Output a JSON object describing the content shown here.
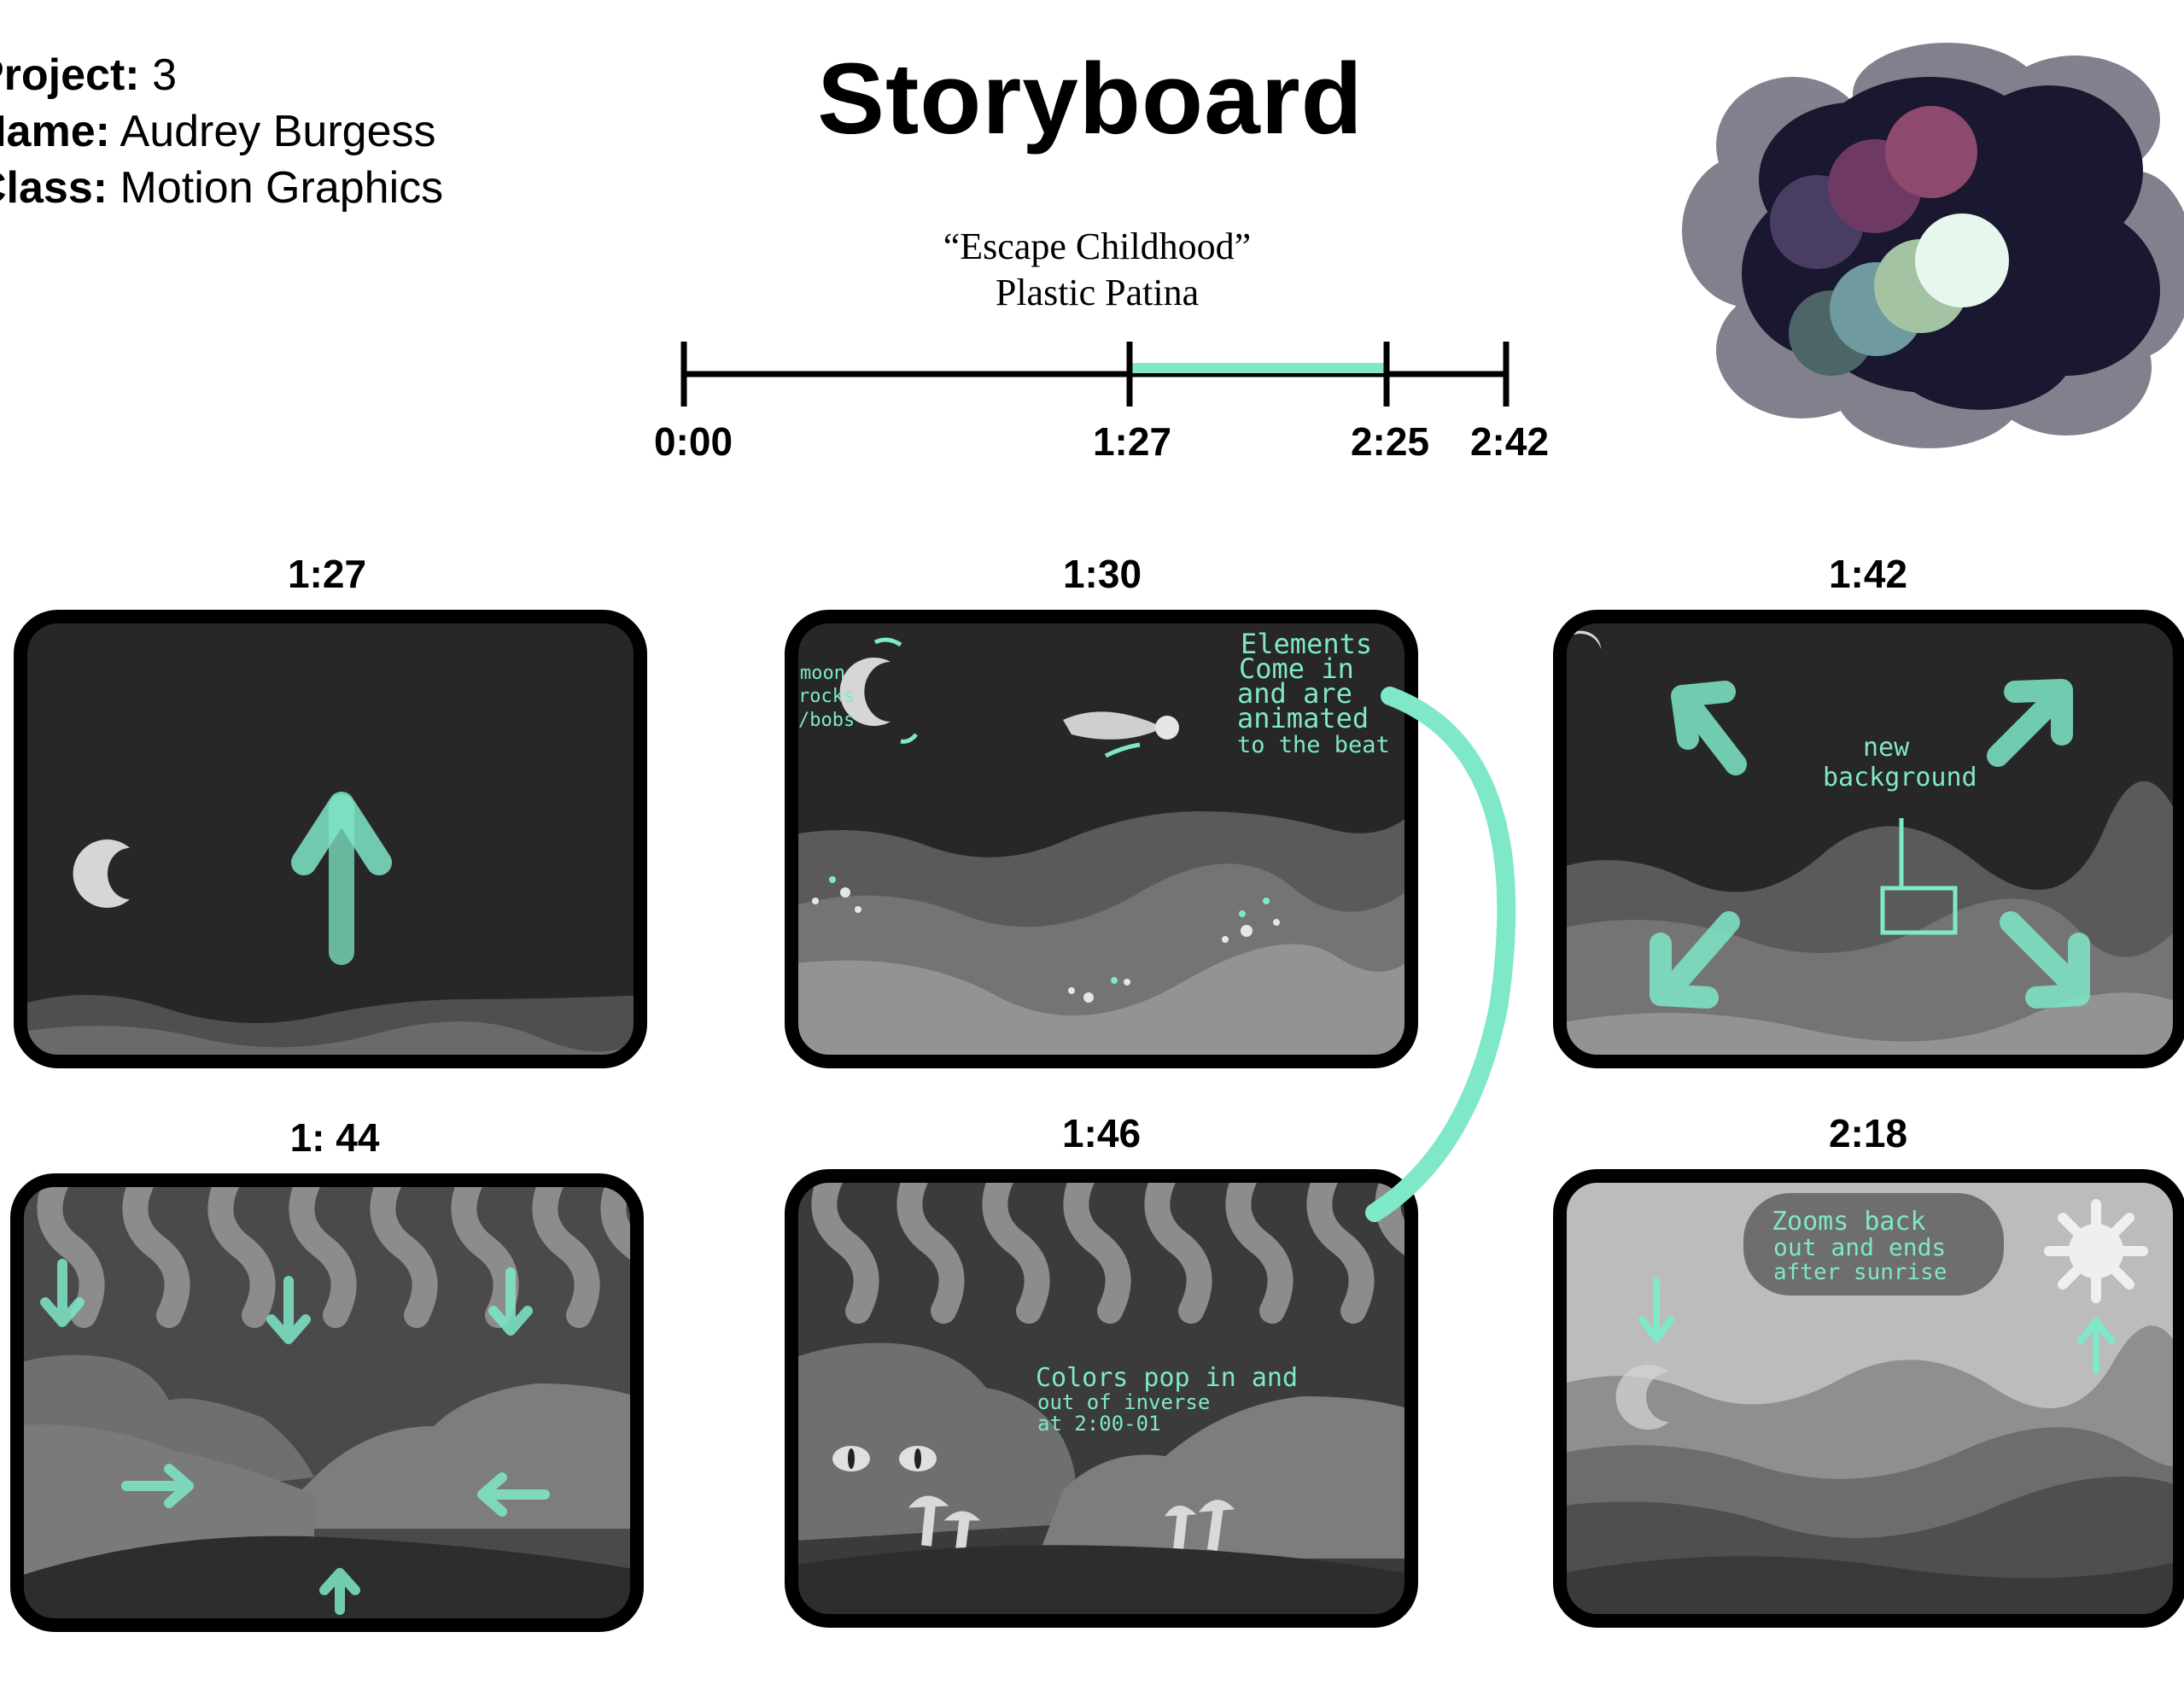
{
  "meta": {
    "project_label": "Project:",
    "project_value": "3",
    "name_label": "Name:",
    "name_value": "Audrey Burgess",
    "class_label": "Class:",
    "class_value": "Motion Graphics"
  },
  "title": "Storyboard",
  "song": {
    "title": "“Escape Childhood”",
    "artist": "Plastic Patina"
  },
  "timeline": {
    "ticks": [
      "0:00",
      "1:27",
      "2:25",
      "2:42"
    ],
    "highlight_start": "1:27",
    "highlight_end": "2:25",
    "highlight_color": "#7fe8c8"
  },
  "palette": [
    "#4a3d64",
    "#6e3a63",
    "#8e4a6e",
    "#4d6567",
    "#6f9aa0",
    "#a3c3a3",
    "#e8f7ee"
  ],
  "frames": [
    {
      "time": "1:27",
      "notes": []
    },
    {
      "time": "1:30",
      "notes": [
        "moon",
        "rocks",
        "/bobs",
        "Elements",
        "Come in",
        "and are",
        "animated",
        "to the beat"
      ]
    },
    {
      "time": "1:42",
      "notes": [
        "new",
        "background"
      ]
    },
    {
      "time": "1: 44",
      "notes": []
    },
    {
      "time": "1:46",
      "notes": [
        "Colors pop in and",
        "out of inverse",
        "at 2:00-01"
      ]
    },
    {
      "time": "2:18",
      "notes": [
        "Zooms back",
        "out and ends",
        "after sunrise"
      ]
    }
  ],
  "colors": {
    "accent": "#7fe8c8",
    "frame_border": "#000000",
    "night_sky": "#272727"
  }
}
